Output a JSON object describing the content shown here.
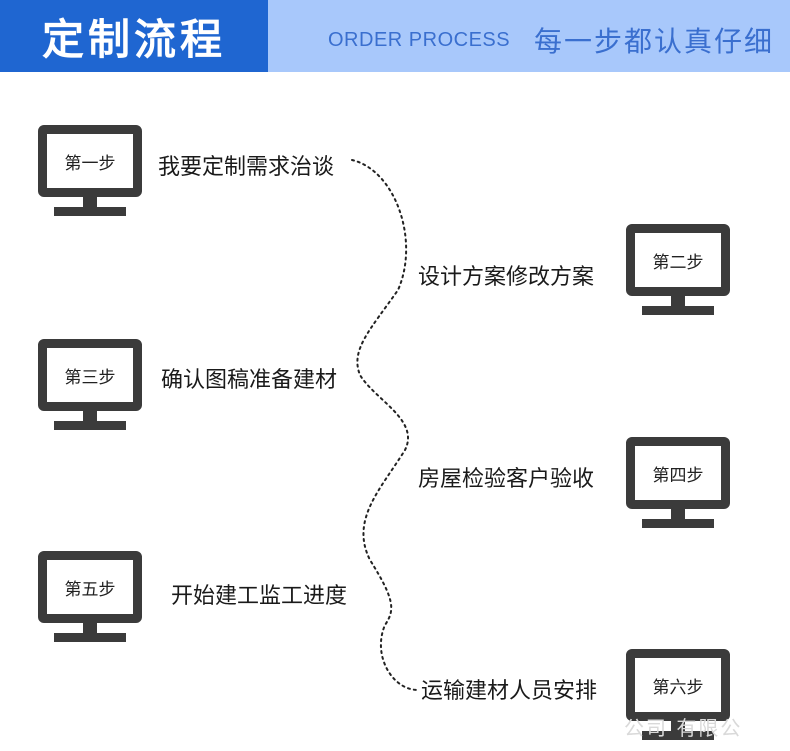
{
  "header": {
    "title": "定制流程",
    "subtitle_en": "ORDER PROCESS",
    "subtitle_cn": "每一步都认真仔细"
  },
  "steps": [
    {
      "step": "第一步",
      "text": "我要定制需求治谈"
    },
    {
      "step": "第二步",
      "text": "设计方案修改方案"
    },
    {
      "step": "第三步",
      "text": "确认图稿准备建材"
    },
    {
      "step": "第四步",
      "text": "房屋检验客户验收"
    },
    {
      "step": "第五步",
      "text": "开始建工监工进度"
    },
    {
      "step": "第六步",
      "text": "运输建材人员安排"
    }
  ],
  "watermark": "公司 有限公",
  "colors": {
    "accent": "#1f66d1",
    "header_bg": "#a8c8fb",
    "monitor": "#3b3b3b"
  }
}
